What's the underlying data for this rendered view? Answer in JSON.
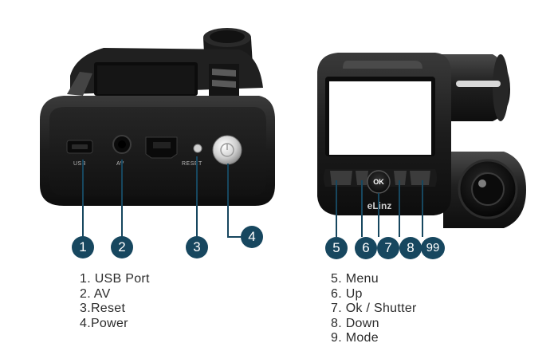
{
  "left_device": {
    "port_labels": {
      "usb": "USB",
      "av": "AV",
      "reset": "RESET"
    }
  },
  "right_device": {
    "brand": "eLinz",
    "ok_label": "OK"
  },
  "callouts": {
    "usb": "1",
    "av": "2",
    "reset": "3",
    "power": "4",
    "menu": "5",
    "up": "6",
    "ok": "7",
    "down": "8",
    "mode": "99"
  },
  "legend_left": [
    "1. USB Port",
    "2. AV",
    "3.Reset",
    "4.Power"
  ],
  "legend_right": [
    "5. Menu",
    "6. Up",
    "7. Ok / Shutter",
    "8. Down",
    "9. Mode"
  ],
  "colors": {
    "callout_fill": "#17475f",
    "callout_line": "#17475f",
    "body_dark": "#1f1f1f",
    "text": "#2b2b2b"
  }
}
